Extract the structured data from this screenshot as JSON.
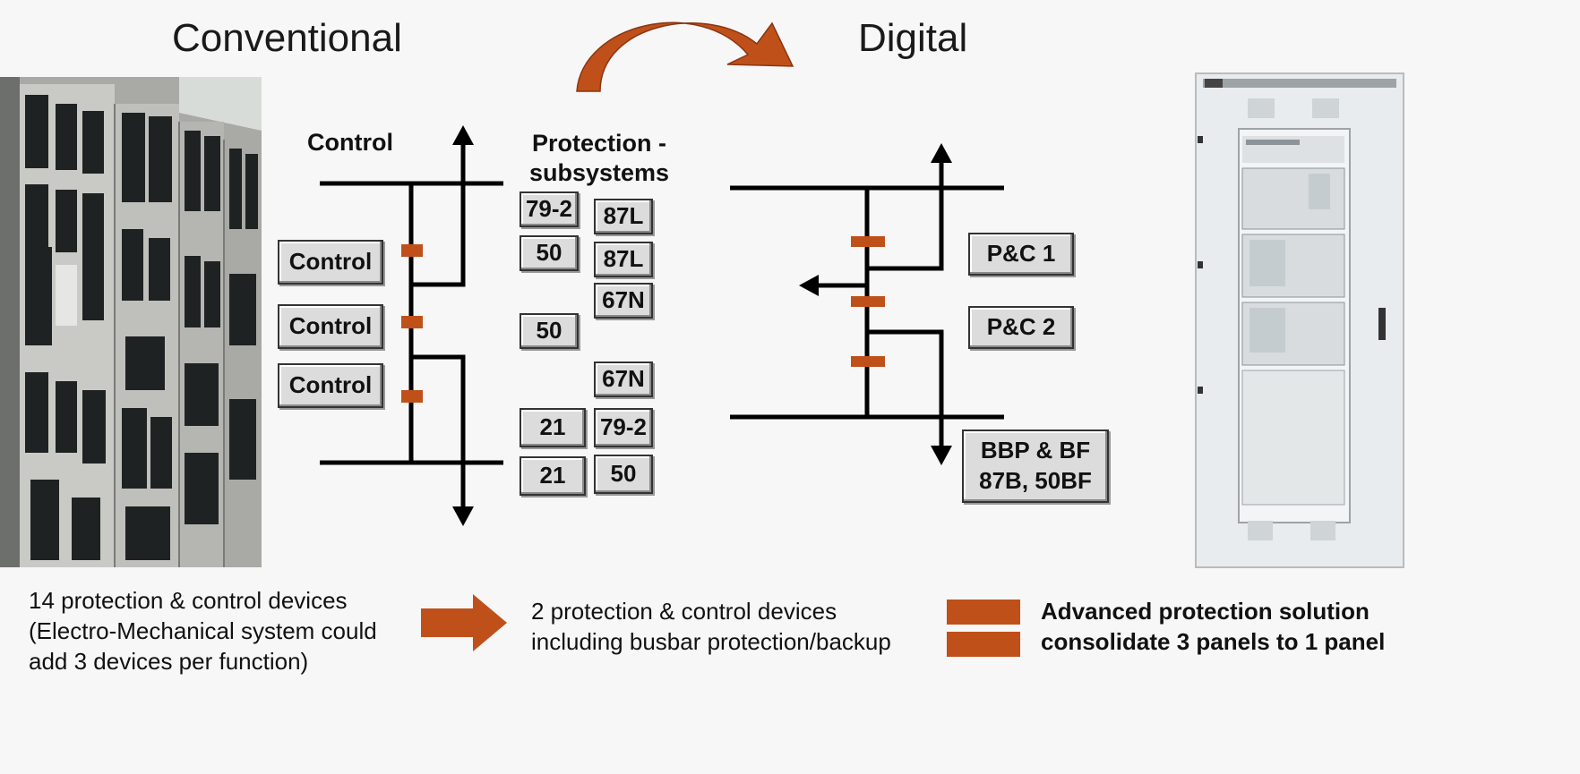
{
  "titles": {
    "left": "Conventional",
    "right": "Digital"
  },
  "conventional": {
    "control_header": "Control",
    "protection_header": "Protection -\nsubsystems",
    "control_boxes": [
      "Control",
      "Control",
      "Control"
    ],
    "protection_boxes": [
      "79-2",
      "87L",
      "50",
      "87L",
      "67N",
      "50",
      "67N",
      "21",
      "79-2",
      "21",
      "50"
    ]
  },
  "digital": {
    "boxes": [
      "P&C 1",
      "P&C 2",
      "BBP & BF\n87B, 50BF"
    ]
  },
  "captions": {
    "conventional": "14 protection & control devices\n(Electro-Mechanical system could\nadd 3 devices per function)",
    "digital": "2 protection & control devices\nincluding busbar protection/backup",
    "legend": "Advanced protection solution\nconsolidate 3 panels to 1 panel"
  },
  "colors": {
    "breaker": "#c0501a",
    "arrow": "#c0501a",
    "line": "#000000",
    "box_fill": "#dcdcdc"
  },
  "icons": [
    "curved-arrow-icon",
    "right-arrow-icon",
    "breaker-legend-icon"
  ]
}
